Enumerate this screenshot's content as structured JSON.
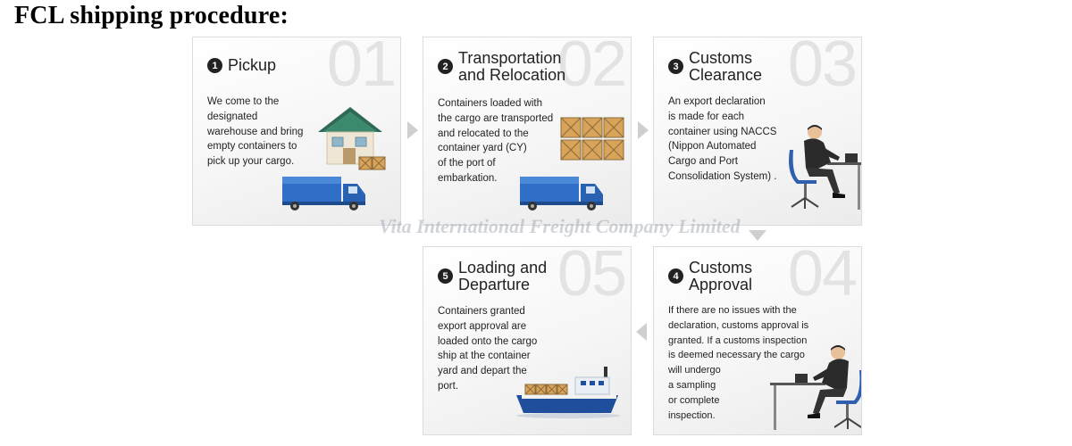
{
  "title": "FCL shipping procedure:",
  "watermark": "Vita International Freight Company Limited",
  "steps": [
    {
      "num": "01",
      "circle": "1",
      "title": "Pickup",
      "desc": "We come to the\ndesignated\nwarehouse and bring\nempty containers to\npick up your cargo."
    },
    {
      "num": "02",
      "circle": "2",
      "title": "Transportation\nand Relocation",
      "desc": "Containers loaded with\nthe cargo are transported\nand relocated to the\ncontainer yard (CY)\nof the port of\nembarkation."
    },
    {
      "num": "03",
      "circle": "3",
      "title": "Customs\nClearance",
      "desc": "An export declaration\nis made for each\ncontainer using NACCS\n(Nippon Automated\nCargo and Port\nConsolidation System) ."
    },
    {
      "num": "04",
      "circle": "4",
      "title": "Customs\nApproval",
      "desc": "If there are no issues with the\ndeclaration, customs approval is\ngranted. If a customs inspection\nis deemed necessary the cargo\nwill undergo\na sampling\nor complete\ninspection."
    },
    {
      "num": "05",
      "circle": "5",
      "title": "Loading and\nDeparture",
      "desc": "Containers granted\nexport approval are\nloaded onto the cargo\nship at the container\nyard and depart the\nport."
    }
  ],
  "icons": {
    "warehouse": "warehouse-icon",
    "truck": "truck-icon",
    "boxes": "cargo-boxes-icon",
    "person": "businessman-at-desk-icon",
    "ship": "cargo-ship-icon"
  },
  "colors": {
    "truck": "#2f6fc7",
    "roof": "#2e6b57",
    "box": "#d9a45a",
    "ship": "#1f4f9c"
  }
}
